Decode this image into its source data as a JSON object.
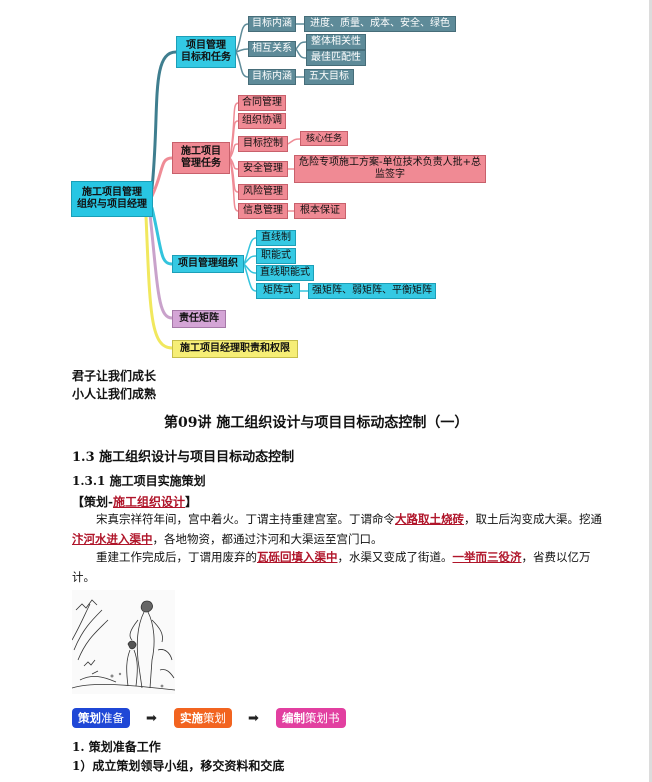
{
  "mindmap": {
    "root": "施工项目管理\n组织与项目经理",
    "branch1": {
      "title": "项目管理\n目标和任务",
      "items": [
        "目标内涵",
        "相互关系",
        "目标内涵"
      ],
      "leaves": [
        "进度、质量、成本、安全、绿色",
        "整体相关性",
        "最佳匹配性",
        "五大目标"
      ]
    },
    "branch2": {
      "title": "施工项目\n管理任务",
      "items": [
        "合同管理",
        "组织协调",
        "目标控制",
        "安全管理",
        "风险管理",
        "信息管理"
      ],
      "leaves": [
        "核心任务",
        "危险专项施工方案-单位技术负责人批+总监签字",
        "根本保证"
      ]
    },
    "branch3": {
      "title": "项目管理组织",
      "items": [
        "直线制",
        "职能式",
        "直线职能式",
        "矩阵式"
      ],
      "leaves": [
        "强矩阵、弱矩阵、平衡矩阵"
      ]
    },
    "branch4": {
      "title": "责任矩阵"
    },
    "branch5": {
      "title": "施工项目经理职责和权限"
    }
  },
  "motto": [
    "君子让我们成长",
    "小人让我们成熟"
  ],
  "lecture_title": "第09讲  施工组织设计与项目目标动态控制（一）",
  "section": "1.3  施工组织设计与项目目标动态控制",
  "subsection": "1.3.1  施工项目实施策划",
  "strategy": {
    "bracket_open": "【策划-",
    "name": "施工组织设计",
    "bracket_close": "】"
  },
  "para1": {
    "t1": "宋真宗祥符年间，宫中着火。丁谓主持重建宫室。丁谓命令",
    "h1": "大路取土烧砖",
    "t2": "，取土后沟变成大渠。挖通",
    "h2": "汴河水进入渠中",
    "t3": "，各地物资，都通过汴河和大渠运至宫门口。"
  },
  "para2": {
    "t1": "重建工作完成后，丁谓用废弃的",
    "h1": "瓦砾回填入渠中",
    "t2": "，水渠又变成了街道。",
    "h2": "一举而三役济",
    "t3": "，省费以亿万计。"
  },
  "steps": [
    {
      "bold": "策划",
      "rest": "准备",
      "color": "#1f47d6"
    },
    {
      "bold": "实施",
      "rest": "策划",
      "color": "#f26420"
    },
    {
      "bold": "编制",
      "rest": "策划书",
      "color": "#e23fa0"
    }
  ],
  "arrow_glyph": "➡",
  "point1": "1. 策划准备工作",
  "point1_1": "1）成立策划领导小组，移交资料和交底"
}
